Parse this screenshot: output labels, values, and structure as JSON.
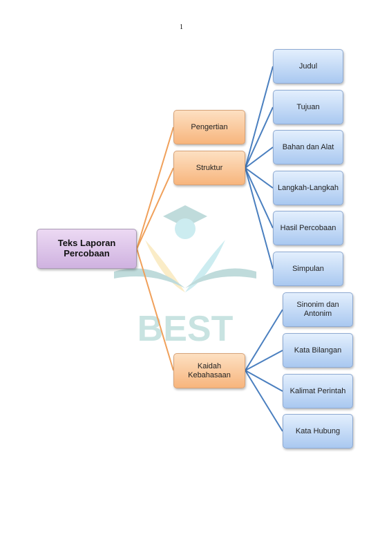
{
  "page": {
    "number": "1"
  },
  "watermark": {
    "text": "BEST"
  },
  "diagram": {
    "root": "Teks Laporan Percobaan",
    "branches": [
      {
        "label": "Pengertian",
        "children": []
      },
      {
        "label": "Struktur",
        "children": [
          "Judul",
          "Tujuan",
          "Bahan dan Alat",
          "Langkah-Langkah",
          "Hasil Percobaan",
          "Simpulan"
        ]
      },
      {
        "label": "Kaidah Kebahasaan",
        "children": [
          "Sinonim dan Antonim",
          "Kata Bilangan",
          "Kalimat Perintah",
          "Kata Hubung"
        ]
      }
    ]
  },
  "colors": {
    "root_connector": "#f0a05a",
    "leaf_connector": "#4a7fbf"
  }
}
